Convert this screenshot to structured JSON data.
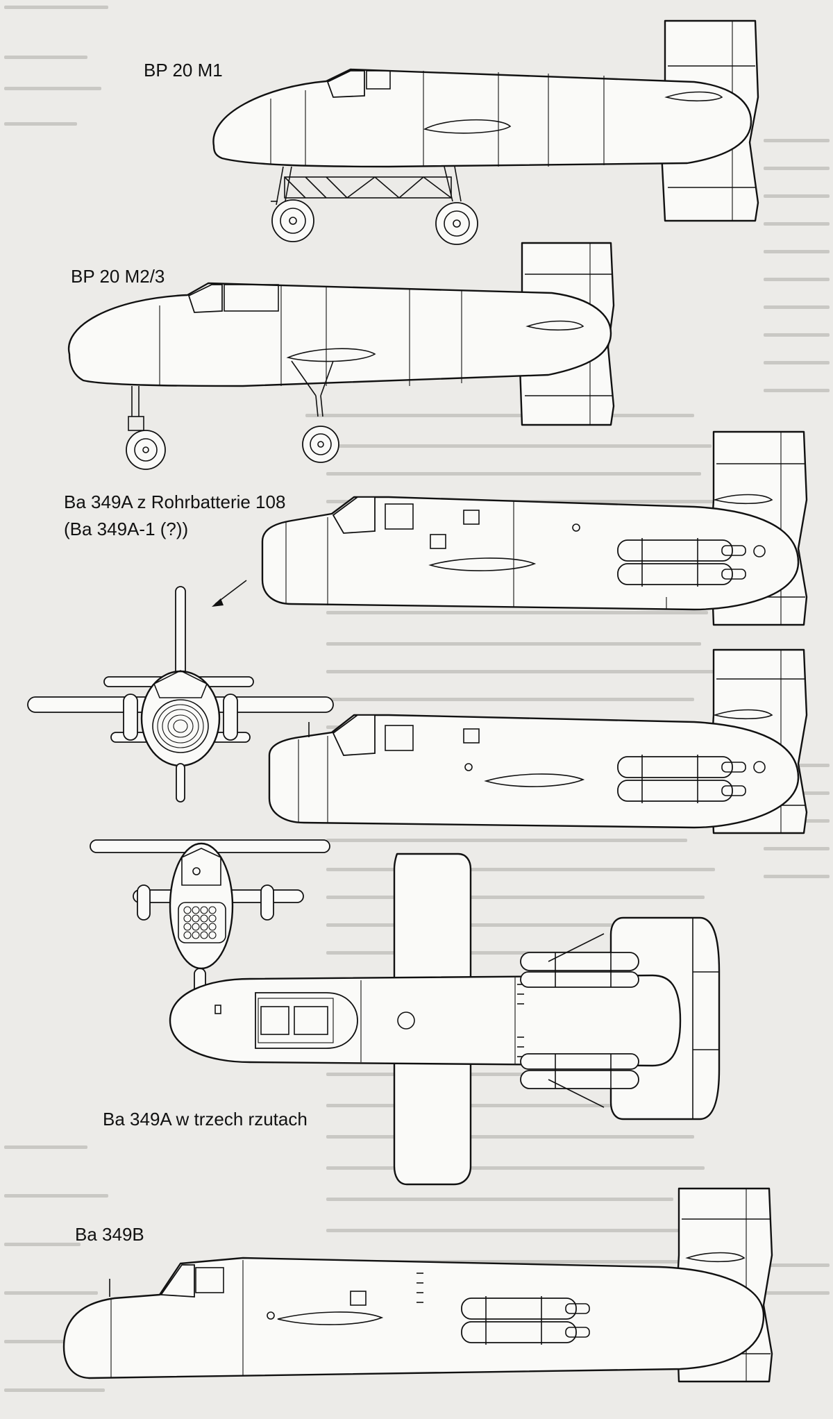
{
  "captions": {
    "bp20_m1": "BP 20 M1",
    "bp20_m23": "BP 20 M2/3",
    "ba349a_rohr_line1": "Ba 349A z Rohrbatterie 108",
    "ba349a_rohr_line2": "(Ba 349A-1 (?))",
    "ba349a_three_views": "Ba 349A w trzech rzutach",
    "ba349b": "Ba 349B"
  },
  "colors": {
    "paper": "#ecebe8",
    "ink": "#111111",
    "drawing_fill": "#fafaf8",
    "background_text": "#c9c8c4"
  }
}
